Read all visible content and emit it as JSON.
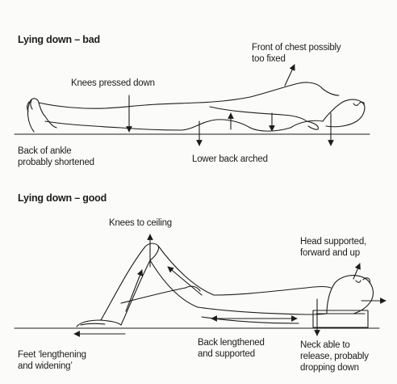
{
  "sections": {
    "bad": {
      "title": "Lying down – bad",
      "labels": {
        "chest": [
          "Front of chest possibly",
          "too fixed"
        ],
        "knees": [
          "Knees pressed down"
        ],
        "ankle": [
          "Back of ankle",
          "probably shortened"
        ],
        "lower_back": [
          "Lower back arched"
        ]
      }
    },
    "good": {
      "title": "Lying down – good",
      "labels": {
        "knees": [
          "Knees to ceiling"
        ],
        "head": [
          "Head supported,",
          "forward and up"
        ],
        "feet": [
          "Feet ‘lengthening",
          "and widening’"
        ],
        "back": [
          "Back lengthened",
          "and supported"
        ],
        "neck": [
          "Neck able to",
          "release, probably",
          "dropping down"
        ]
      }
    }
  },
  "colors": {
    "ink": "#1c1c1c",
    "paper": "#fbfbf9"
  }
}
